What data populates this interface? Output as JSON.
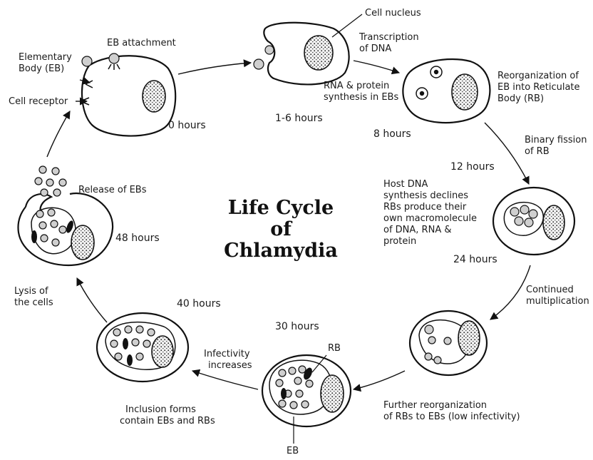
{
  "title": {
    "line1": "Life Cycle",
    "line2": "of",
    "line3": "Chlamydia"
  },
  "labels": {
    "elementary_body": [
      "Elementary",
      "Body (EB)"
    ],
    "eb_attachment": "EB attachment",
    "cell_receptor": "Cell receptor",
    "cell_nucleus": "Cell nucleus",
    "transcription": [
      "Transcription",
      "of DNA"
    ],
    "rna_protein": [
      "RNA & protein",
      "synthesis in EBs"
    ],
    "reorganization": [
      "Reorganization of",
      "EB into Reticulate",
      "Body (RB)"
    ],
    "binary_fission": [
      "Binary fission",
      "of RB"
    ],
    "host_dna": [
      "Host DNA",
      "synthesis declines",
      "RBs produce their",
      "own macromolecule",
      "of DNA, RNA &",
      "protein"
    ],
    "continued": [
      "Continued",
      "multiplication"
    ],
    "further_reorg": [
      "Further reorganization",
      "of RBs to EBs (low infectivity)"
    ],
    "rb": "RB",
    "eb": "EB",
    "infectivity": [
      "Infectivity",
      "increases"
    ],
    "inclusion": [
      "Inclusion forms",
      "contain EBs and RBs"
    ],
    "lysis": [
      "Lysis of",
      "the cells"
    ],
    "release": "Release of EBs"
  },
  "times": {
    "t0": "0 hours",
    "t1": "1-6 hours",
    "t8": "8 hours",
    "t12": "12 hours",
    "t24": "24 hours",
    "t30": "30 hours",
    "t40": "40 hours",
    "t48": "48 hours"
  },
  "icons": [
    "dotted-nucleus",
    "elementary-body",
    "reticulate-body",
    "arrow"
  ]
}
